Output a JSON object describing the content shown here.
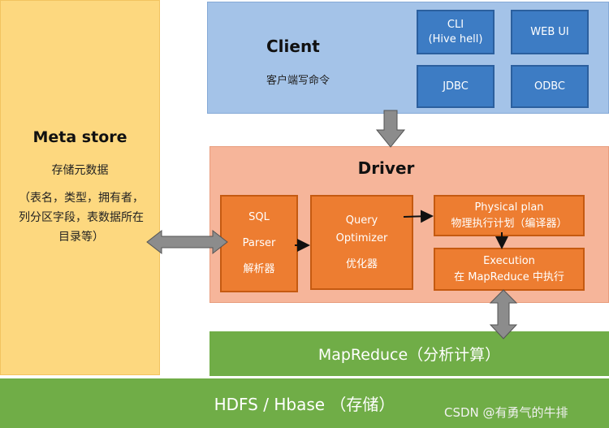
{
  "metastore": {
    "title": "Meta store",
    "subtitle": "存储元数据",
    "desc_line1": "（表名，类型，拥有者，",
    "desc_line2": "列分区字段，表数据所在",
    "desc_line3": "目录等）"
  },
  "client": {
    "title": "Client",
    "subtitle": "客户端写命令",
    "buttons": {
      "cli_line1": "CLI",
      "cli_line2": "(Hive hell)",
      "webui": "WEB UI",
      "jdbc": "JDBC",
      "odbc": "ODBC"
    }
  },
  "driver": {
    "title": "Driver",
    "sql": {
      "line1": "SQL",
      "line2": "Parser",
      "line3": "解析器"
    },
    "optimizer": {
      "line1": "Query",
      "line2": "Optimizer",
      "line3": "优化器"
    },
    "physical": {
      "line1": "Physical plan",
      "line2": "物理执行计划（编译器）"
    },
    "execution": {
      "line1": "Execution",
      "line2": "在 MapReduce 中执行"
    }
  },
  "mapreduce": {
    "label": "MapReduce（分析计算）"
  },
  "hdfs": {
    "label": "HDFS / Hbase （存储）"
  },
  "watermark": "CSDN @有勇气的牛排",
  "colors": {
    "metastore": "#fdd87f",
    "client": "#a4c3e8",
    "client_button": "#3d7cc4",
    "driver": "#f6b59a",
    "driver_box": "#ed7d31",
    "storage": "#70ad47",
    "arrow": "#8c8c8c"
  }
}
